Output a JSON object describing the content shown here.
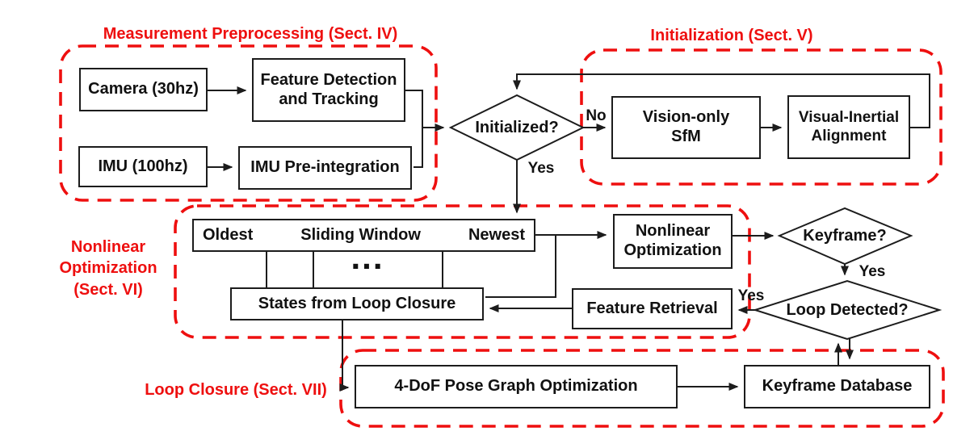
{
  "figure": {
    "accent_red": "#ee0f0f",
    "line_color": "#1c1c1c"
  },
  "sections": {
    "preprocessing": {
      "label": "Measurement Preprocessing (Sect. IV)"
    },
    "initialization": {
      "label": "Initialization (Sect. V)"
    },
    "nonlinear": {
      "label": "Nonlinear\nOptimization\n(Sect. VI)"
    },
    "loop_closure": {
      "label": "Loop Closure (Sect. VII)"
    }
  },
  "nodes": {
    "camera": {
      "label": "Camera (30hz)"
    },
    "feature_detection": {
      "label": "Feature Detection\nand Tracking"
    },
    "imu": {
      "label": "IMU (100hz)"
    },
    "imu_preintegration": {
      "label": "IMU Pre-integration"
    },
    "initialized": {
      "label": "Initialized?"
    },
    "vision_only_sfm": {
      "label": "Vision-only\nSfM"
    },
    "visual_inertial_alignment": {
      "label": "Visual-Inertial\nAlignment"
    },
    "sliding_window": {
      "oldest": "Oldest",
      "title": "Sliding Window",
      "newest": "Newest",
      "ellipsis": "..."
    },
    "states_from_loop_closure": {
      "label": "States from Loop Closure"
    },
    "nonlinear_optimization": {
      "label": "Nonlinear\nOptimization"
    },
    "keyframe": {
      "label": "Keyframe?"
    },
    "loop_detected": {
      "label": "Loop Detected?"
    },
    "feature_retrieval": {
      "label": "Feature Retrieval"
    },
    "pose_graph": {
      "label": "4-DoF Pose Graph Optimization"
    },
    "keyframe_database": {
      "label": "Keyframe Database"
    }
  },
  "edge_labels": {
    "no": "No",
    "yes_initialized": "Yes",
    "yes_keyframe": "Yes",
    "yes_loop": "Yes"
  }
}
